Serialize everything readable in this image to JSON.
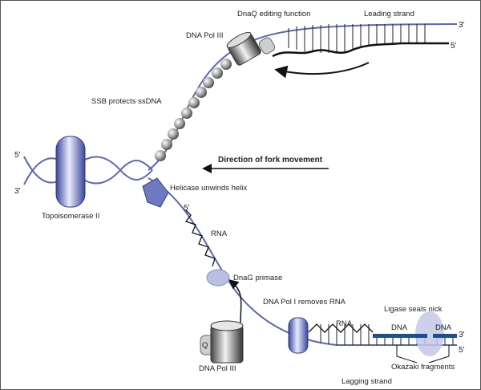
{
  "labels": {
    "dnaq": "DnaQ editing function",
    "leading": "Leading strand",
    "pol3_top": "DNA Pol III",
    "ssb": "SSB protects ssDNA",
    "direction": "Direction of fork movement",
    "helicase": "Helicase unwinds helix",
    "topo": "Topoisomerase II",
    "rna1": "RNA",
    "dnag": "DnaG primase",
    "pol1": "DNA Pol I removes RNA",
    "rna2": "RNA",
    "ligase": "Ligase seals nick",
    "dna1": "DNA",
    "dna2": "DNA",
    "okazaki": "Okazaki fragments",
    "pol3_bottom": "DNA Pol III",
    "q": "Q",
    "lagging": "Lagging strand"
  },
  "ends": {
    "top_right_3": "3'",
    "top_right_5": "5'",
    "left_5": "5'",
    "left_3": "3'",
    "rna_5": "5'",
    "bottom_right_3": "3'",
    "bottom_right_5": "5'"
  },
  "colors": {
    "strand": "#5b67b3",
    "okazaki": "#1f4e8c",
    "primase": "#b9bfe0",
    "ligase": "#c3c8e6"
  }
}
